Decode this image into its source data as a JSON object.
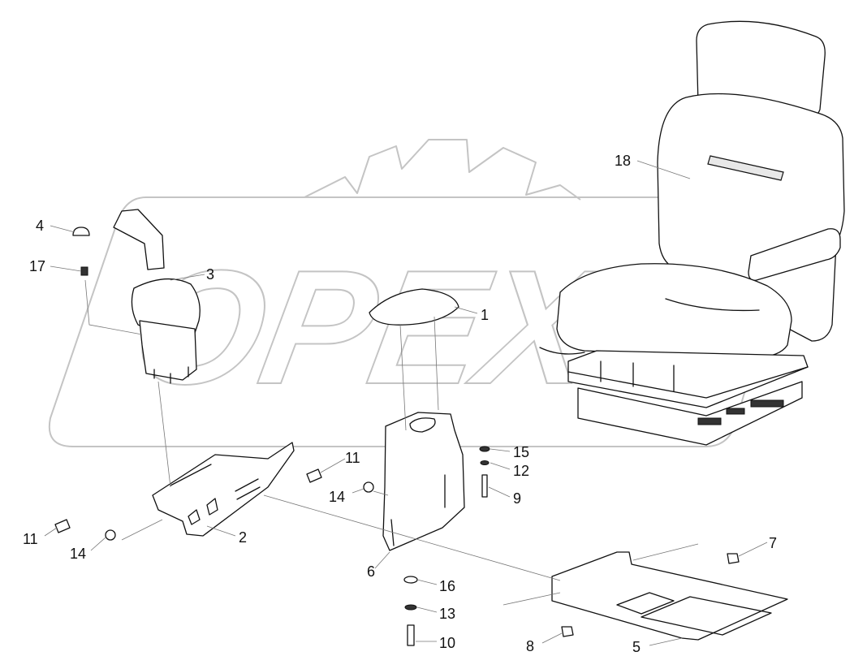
{
  "diagram": {
    "watermark_text": "OPEX",
    "callouts": [
      {
        "id": "1",
        "label": "1"
      },
      {
        "id": "2",
        "label": "2"
      },
      {
        "id": "3",
        "label": "3"
      },
      {
        "id": "4",
        "label": "4"
      },
      {
        "id": "5",
        "label": "5"
      },
      {
        "id": "6",
        "label": "6"
      },
      {
        "id": "7",
        "label": "7"
      },
      {
        "id": "8",
        "label": "8"
      },
      {
        "id": "9",
        "label": "9"
      },
      {
        "id": "10",
        "label": "10"
      },
      {
        "id": "11a",
        "label": "11"
      },
      {
        "id": "11b",
        "label": "11"
      },
      {
        "id": "12",
        "label": "12"
      },
      {
        "id": "13",
        "label": "13"
      },
      {
        "id": "14a",
        "label": "14"
      },
      {
        "id": "14b",
        "label": "14"
      },
      {
        "id": "15",
        "label": "15"
      },
      {
        "id": "16",
        "label": "16"
      },
      {
        "id": "17",
        "label": "17"
      },
      {
        "id": "18",
        "label": "18"
      }
    ],
    "colors": {
      "line": "#111111",
      "watermark": "#c4c4c4",
      "leader": "#777777"
    }
  }
}
